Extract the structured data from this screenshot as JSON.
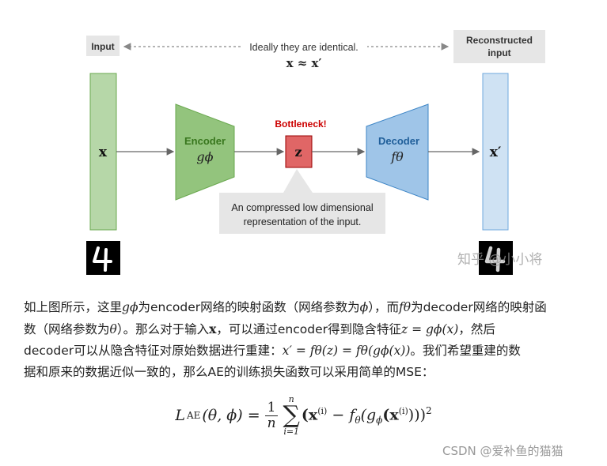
{
  "diagram": {
    "input_label": "Input",
    "reconstructed_label_line1": "Reconstructed",
    "reconstructed_label_line2": "input",
    "identical_note": "Ideally they are identical.",
    "identical_formula": "x ≈ x′",
    "x_symbol": "x",
    "encoder_title": "Encoder",
    "encoder_fn": "gϕ",
    "bottleneck_title": "Bottleneck!",
    "z_symbol": "z",
    "decoder_title": "Decoder",
    "decoder_fn": "fθ",
    "xprime_symbol": "x′",
    "callout_line1": "An compressed low dimensional",
    "callout_line2": "representation of the input.",
    "digit": "4",
    "colors": {
      "input_bar": "#b6d7a8",
      "encoder": "#93c47d",
      "bottleneck": "#e06666",
      "decoder": "#9fc5e8",
      "output_bar": "#cfe2f3",
      "label_box": "#e6e6e6",
      "encoder_text": "#38761d",
      "bottleneck_text": "#cc0000",
      "decoder_text": "#1f5e99"
    }
  },
  "watermark_zhihu": "知乎 @小小将",
  "paragraph": {
    "l1_a": "如上图所示，这里",
    "l1_g": "gϕ",
    "l1_b": "为encoder网络的映射函数（网络参数为",
    "l1_phi": "ϕ",
    "l1_c": "），而",
    "l1_f": "fθ",
    "l1_d": "为decoder网络的映射函",
    "l2_a": "数（网络参数为",
    "l2_theta": "θ",
    "l2_b": "）。那么对于输入",
    "l2_x": "x",
    "l2_c": "，可以通过encoder得到隐含特征",
    "l2_eq": "z = gϕ(x)",
    "l2_d": "，然后",
    "l3_a": "decoder可以从隐含特征对原始数据进行重建：",
    "l3_eq": "x′ = fθ(z) = fθ(gϕ(x))",
    "l3_b": "。我们希望重建的数",
    "l4": "据和原来的数据近似一致的，那么AE的训练损失函数可以采用简单的MSE："
  },
  "formula": {
    "lhs": "L",
    "lhs_sub": "AE",
    "args": "(θ, ϕ) =",
    "frac_num": "1",
    "frac_den": "n",
    "sum_top": "n",
    "sum_bottom": "i=1",
    "body": "(x",
    "sup1": "(i)",
    "minus": " − f",
    "sub_theta": "θ",
    "g": "(g",
    "sub_phi": "ϕ",
    "body2": "(x",
    "sup2": "(i)",
    "tail": ")))",
    "power": "2"
  },
  "watermark_csdn": "CSDN @爱补鱼的猫猫"
}
